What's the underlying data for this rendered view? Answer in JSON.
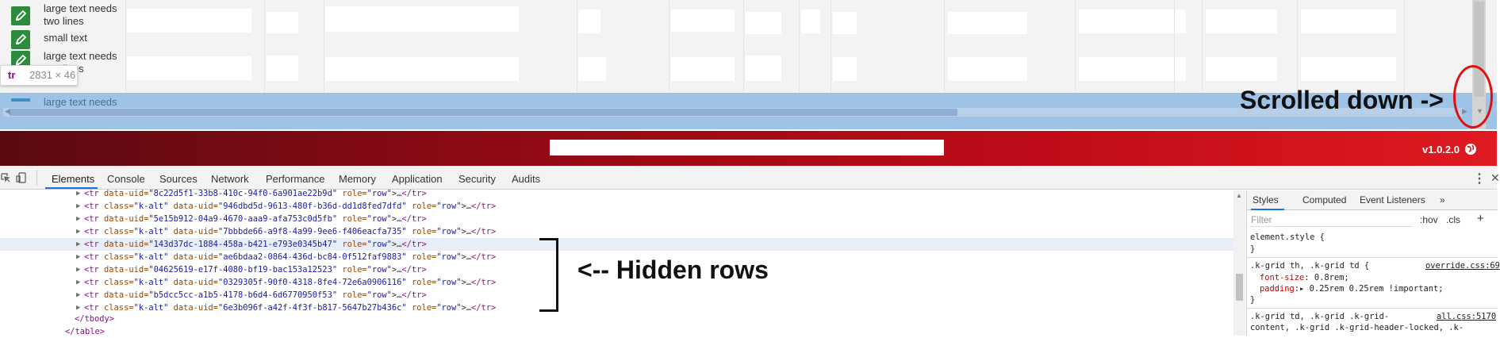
{
  "grid": {
    "rows": [
      {
        "text": "large text needs two lines"
      },
      {
        "text": "small text"
      },
      {
        "text": "large text needs two lines"
      },
      {
        "text": "large text needs"
      }
    ],
    "tooltip": {
      "tag": "tr",
      "dims": "2831 × 46"
    }
  },
  "annotations": {
    "scrolled": "Scrolled down ->",
    "hidden_rows": "<-- Hidden rows"
  },
  "banner": {
    "version": "v1.0.2.0",
    "icon": "globe-icon"
  },
  "devtools": {
    "tabs": [
      "Elements",
      "Console",
      "Sources",
      "Network",
      "Performance",
      "Memory",
      "Application",
      "Security",
      "Audits"
    ],
    "active_tab": "Elements",
    "dom_lines": [
      {
        "uid": "8c22d5f1-33b8-410c-94f0-6a901ae22b9d",
        "alt": false
      },
      {
        "uid": "946dbd5d-9613-480f-b36d-dd1d8fed7dfd",
        "alt": true
      },
      {
        "uid": "5e15b912-04a9-4670-aaa9-afa753c0d5fb",
        "alt": false
      },
      {
        "uid": "7bbbde66-a9f8-4a99-9ee6-f406eacfa735",
        "alt": true
      },
      {
        "uid": "143d37dc-1884-458a-b421-e793e0345b47",
        "alt": false
      },
      {
        "uid": "ae6bdaa2-0864-436d-bc84-0f512faf9883",
        "alt": true
      },
      {
        "uid": "04625619-e17f-4080-bf19-bac153a12523",
        "alt": false
      },
      {
        "uid": "0329305f-90f0-4318-8fe4-72e6a0906116",
        "alt": true
      },
      {
        "uid": "b5dcc5cc-a1b5-4178-b6d4-6d6770950f53",
        "alt": false
      },
      {
        "uid": "6e3b096f-a42f-4f3f-b817-5647b27b436c",
        "alt": true
      }
    ],
    "tr_open": "<tr",
    "tr_close": "</tr>",
    "attr_class": "class=",
    "val_class": "\"k-alt\"",
    "attr_uid": "data-uid=",
    "attr_role": "role=",
    "val_role": "\"row\"",
    "ellipsis": ">…",
    "tbody_close": "</tbody>",
    "table_close": "</table>",
    "styles": {
      "tabs": [
        "Styles",
        "Computed",
        "Event Listeners",
        "»"
      ],
      "filter_placeholder": "Filter",
      "hov": ":hov",
      "cls": ".cls",
      "plus": "+",
      "element_style": "element.style {",
      "close_brace": "}",
      "rule1_selector": ".k-grid th, .k-grid td {",
      "rule1_source": "override.css:69",
      "rule1_prop1": "font-size",
      "rule1_val1": ": 0.8rem;",
      "rule1_prop2": "padding",
      "rule1_val2": ":▸ 0.25rem 0.25rem !important;",
      "rule2_selector": ".k-grid td, .k-grid .k-grid-",
      "rule2_source": "all.css:5170",
      "rule2_line2": "content, .k-grid .k-grid-header-locked, .k-"
    }
  }
}
